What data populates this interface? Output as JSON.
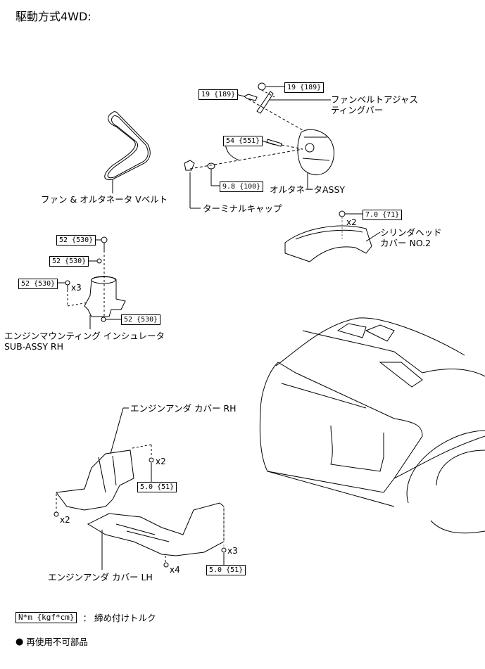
{
  "title": "駆動方式4WD:",
  "parts": {
    "fan_belt_adjusting_bar": {
      "line1": "ファンベルトアジャス",
      "line2": "ティングバー"
    },
    "alternator": "オルタネータASSY",
    "v_belt": "ファン & オルタネータ Vベルト",
    "terminal_cap": "ターミナルキャップ",
    "cylinder_head_cover": {
      "line1": "シリンダヘッド",
      "line2": "カバー NO.2"
    },
    "engine_mount": {
      "line1": "エンジンマウンティング インシュレータ",
      "line2": "SUB-ASSY RH"
    },
    "under_cover_rh": "エンジンアンダ カバー RH",
    "under_cover_lh": "エンジンアンダ カバー LH"
  },
  "torques": {
    "adj_bar_upper": "19 {189}",
    "adj_bar_left": "19 {189}",
    "alt_bolt": "54 {551}",
    "terminal_nut": "9.8 {100}",
    "head_cover": "7.0 {71}",
    "mount_top": "52 {530}",
    "mount_nut": "52 {530}",
    "mount_side": "52 {530}",
    "mount_bottom": "52 {530}",
    "under_rh": "5.0 {51}",
    "under_lh": "5.0 {51}"
  },
  "quantities": {
    "head_cover": "x2",
    "mount_side": "x3",
    "under_rh_top": "x2",
    "under_rh_left": "x2",
    "under_lh_right": "x3",
    "under_lh_bottom": "x4"
  },
  "legend": {
    "torque_unit": "N*m {kgf*cm}",
    "torque_desc": "： 締め付けトルク",
    "non_reusable_symbol": "●",
    "non_reusable_desc": "再使用不可部品"
  }
}
